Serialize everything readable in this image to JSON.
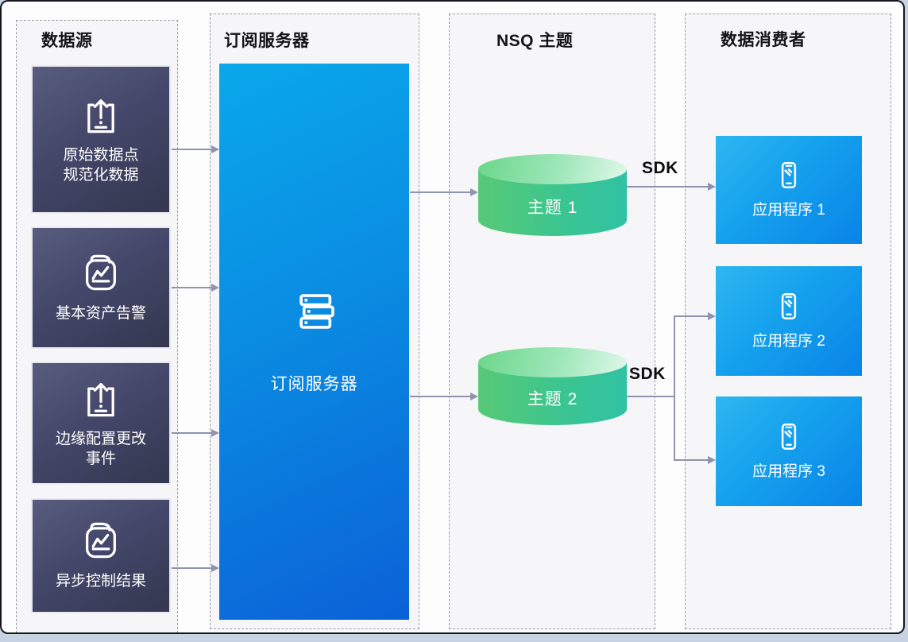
{
  "lanes": [
    {
      "title": "数据源"
    },
    {
      "title": "订阅服务器"
    },
    {
      "title": "NSQ 主题"
    },
    {
      "title": "数据消费者"
    }
  ],
  "sources": [
    {
      "label": "原始数据点\n规范化数据",
      "icon": "upload-icon"
    },
    {
      "label": "基本资产告警",
      "icon": "folder-chart-icon"
    },
    {
      "label": "边缘配置更改\n事件",
      "icon": "upload-icon"
    },
    {
      "label": "异步控制结果",
      "icon": "folder-chart-icon"
    }
  ],
  "server": {
    "label": "订阅服务器",
    "icon": "server-stack-icon"
  },
  "topics": [
    {
      "label": "主题 1"
    },
    {
      "label": "主题 2"
    }
  ],
  "consumers": [
    {
      "label": "应用程序 1",
      "icon": "phone-icon"
    },
    {
      "label": "应用程序 2",
      "icon": "phone-icon"
    },
    {
      "label": "应用程序 3",
      "icon": "phone-icon"
    }
  ],
  "sdk_labels": [
    "SDK",
    "SDK"
  ],
  "colors": {
    "source_box_top": "#585c7e",
    "source_box_bottom": "#34374f",
    "server_gradient_top": "#09a8ea",
    "server_gradient_bottom": "#0b61d7",
    "topic_gradient_left": "#58c977",
    "topic_gradient_right": "#2fc2a3",
    "consumer_gradient_light": "#2db7f1",
    "consumer_gradient_dark": "#0984e8",
    "arrow": "#8e93ae",
    "lane_background": "#f6f6f9",
    "lane_border": "#9b9ba6"
  }
}
